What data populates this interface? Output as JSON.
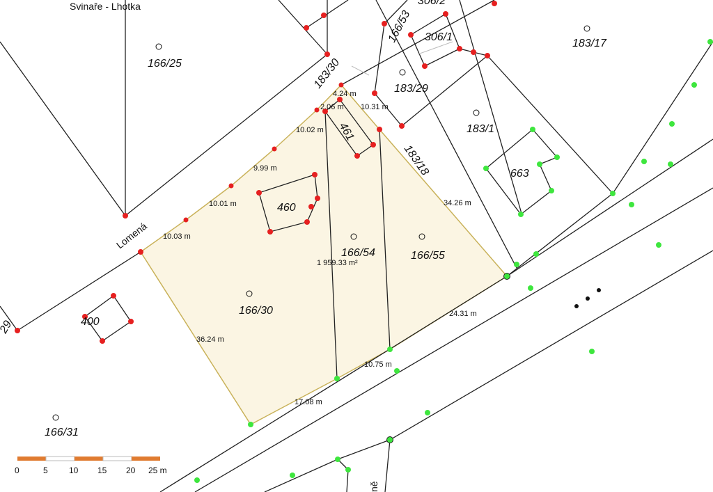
{
  "place_label": "Svinaře - Lhotka",
  "street_labels": [
    "Lomená",
    "ně"
  ],
  "parcels": [
    "166/25",
    "183/30",
    "166/53",
    "306/1",
    "306/2",
    "183/29",
    "183/17",
    "183/1",
    "183/18",
    "663",
    "461",
    "460",
    "166/54",
    "166/55",
    "166/30",
    "400",
    "166/31",
    "29"
  ],
  "measurements": [
    "4.24 m",
    "2.06 m",
    "10.31 m",
    "10.02 m",
    "9.99 m",
    "10.01 m",
    "10.03 m",
    "34.26 m",
    "24.31 m",
    "10.75 m",
    "17.08 m",
    "36.24 m"
  ],
  "area": "1 959.33 m²",
  "scale_bar": {
    "labels": [
      "0",
      "5",
      "10",
      "15",
      "20",
      "25 m"
    ],
    "color": "#e07b30"
  },
  "colors": {
    "selected_fill": "#fbf5e3",
    "selected_border": "#c9b25a",
    "point_red": "#e62020",
    "point_green": "#3ee63e"
  }
}
